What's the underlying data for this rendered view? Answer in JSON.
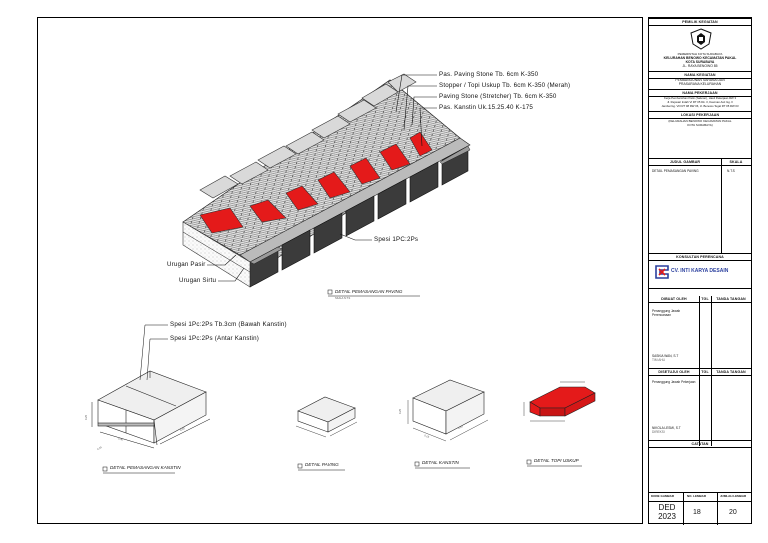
{
  "drawing": {
    "main_detail": {
      "labels": [
        "Pas. Paving Stone Tb. 6cm K-350",
        "Stopper / Topi Uskup Tb. 6cm K-350 (Merah)",
        "Paving Stone (Stretcher) Tb. 6cm K-350",
        "Pas. Kanstin Uk.15.25.40 K-175"
      ],
      "left_labels": [
        "Urugan Pasir",
        "Urugan Sirtu"
      ],
      "spesi_label": "Spesi 1PC:2Ps",
      "caption": "DETAIL PEMASANGAN PAVING",
      "scale": "SKALA    N.T.S"
    },
    "kanstin_install": {
      "labels": [
        "Spesi 1Pc:2Ps Tb.3cm (Bawah Kanstin)",
        "Spesi 1Pc:2Ps (Antar Kanstin)"
      ],
      "dims": [
        "0.40",
        "0.40",
        "0.15",
        "0.25"
      ],
      "caption": "DETAIL PEMASANGAN KANSTIN"
    },
    "paving": {
      "caption": "DETAIL PAVING"
    },
    "kanstin": {
      "caption": "DETAIL KANSTIN",
      "dims": [
        "0.40",
        "0.25",
        "0.15"
      ]
    },
    "topi": {
      "caption": "DETAIL TOPI USKUP"
    }
  },
  "title_block": {
    "owner_header": "PEMILIK KEGIATAN",
    "gov_line": "PEMERINTAH KOTA SURABAYA",
    "office_lines": [
      "KELURAHAN BENOWO KECAMATAN PAKAL",
      "KOTA SURABAYA",
      "JL. RAYA BENOWO 85"
    ],
    "activity_header": "NAMA KEGIATAN",
    "activity_lines": [
      "PEMBANGUNAN SARANA DAN",
      "PRASARANA KELURAHAN"
    ],
    "job_header": "NAMA PEKERJAAN",
    "job_lines": [
      "Kerja Pembersihan Patin (Saluran), Hasil Pekerjaan RW 3",
      "Jl. Rejosari Indah VI RT 05 Dk. 3, Kaurnan Asri Gg. II",
      "Jambai Gg. VIII RT 08 RW 06, Jl. Benowo Tegal RT 05 RW 03"
    ],
    "location_header": "LOKASI PEKERJAAN",
    "location_lines": [
      "(KELURAHAN BENOWO KECAMATAN PAKAL",
      "KOTA SURABAYA)"
    ],
    "drawing_title_header": "JUDUL GAMBAR",
    "scale_header": "SKALA",
    "drawing_title": "DETAIL PEMASANGAN PAVING",
    "scale_value": "N.T.S",
    "consultant_header": "KONSULTAN PERENCANA",
    "consultant_name": "CV. INTI KARYA DESAIN",
    "made_by_header": "DIBUAT OLEH",
    "sign_header": "TGL",
    "sign2_header": "TANDA TANGAN",
    "made_by_role": "Penanggung Jawab Perencanaan",
    "made_by_name": "SASKIA WAN, S.T",
    "made_by_sub": "TIM AHLI",
    "checked_header": "DISETUJUI OLEH",
    "checked_role": "Penanggung Jawab Pekerjaan",
    "checked_name": "NIKOLA LESMI, S.T",
    "checked_sub": "DIREKSI",
    "notes_header": "CATATAN",
    "code_header": "KODE GAMBAR",
    "num_header": "NO. LEMBAR",
    "total_header": "JUMLAH LEMBAR",
    "code_value": "DED\n2023",
    "num_value": "18",
    "total_value": "20"
  }
}
